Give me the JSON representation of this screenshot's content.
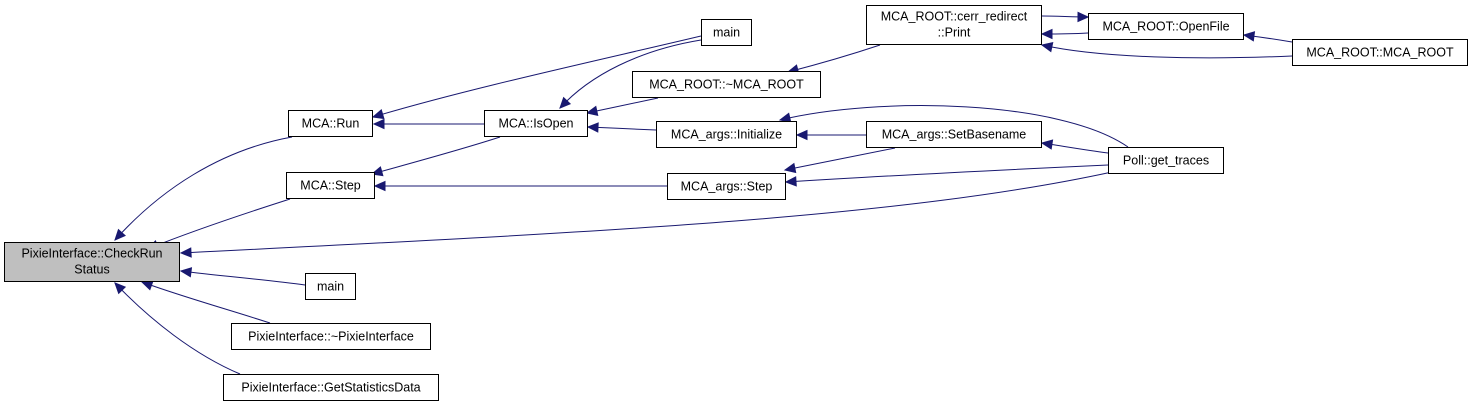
{
  "graph": {
    "nodes": {
      "check_run_status": {
        "lines": [
          "PixieInterface::CheckRun",
          "Status"
        ]
      },
      "mca_run": {
        "lines": [
          "MCA::Run"
        ]
      },
      "mca_step": {
        "lines": [
          "MCA::Step"
        ]
      },
      "main_bottom": {
        "lines": [
          "main"
        ]
      },
      "pixie_destructor": {
        "lines": [
          "PixieInterface::~PixieInterface"
        ]
      },
      "get_statistics_data": {
        "lines": [
          "PixieInterface::GetStatisticsData"
        ]
      },
      "mca_isopen": {
        "lines": [
          "MCA::IsOpen"
        ]
      },
      "main_top": {
        "lines": [
          "main"
        ]
      },
      "mca_root_destructor": {
        "lines": [
          "MCA_ROOT::~MCA_ROOT"
        ]
      },
      "mca_args_initialize": {
        "lines": [
          "MCA_args::Initialize"
        ]
      },
      "mca_args_step": {
        "lines": [
          "MCA_args::Step"
        ]
      },
      "cerr_redirect_print": {
        "lines": [
          "MCA_ROOT::cerr_redirect",
          "::Print"
        ]
      },
      "mca_args_setbasename": {
        "lines": [
          "MCA_args::SetBasename"
        ]
      },
      "mca_root_openfile": {
        "lines": [
          "MCA_ROOT::OpenFile"
        ]
      },
      "mca_root_constructor": {
        "lines": [
          "MCA_ROOT::MCA_ROOT"
        ]
      },
      "poll_get_traces": {
        "lines": [
          "Poll::get_traces"
        ]
      }
    },
    "edges": [
      {
        "from": "mca_run",
        "to": "check_run_status"
      },
      {
        "from": "mca_step",
        "to": "check_run_status"
      },
      {
        "from": "poll_get_traces",
        "to": "check_run_status"
      },
      {
        "from": "main_bottom",
        "to": "check_run_status"
      },
      {
        "from": "pixie_destructor",
        "to": "check_run_status"
      },
      {
        "from": "get_statistics_data",
        "to": "check_run_status"
      },
      {
        "from": "main_top",
        "to": "mca_run"
      },
      {
        "from": "mca_isopen",
        "to": "mca_run"
      },
      {
        "from": "mca_isopen",
        "to": "mca_step"
      },
      {
        "from": "mca_args_step",
        "to": "mca_step"
      },
      {
        "from": "main_top",
        "to": "mca_isopen"
      },
      {
        "from": "mca_root_destructor",
        "to": "mca_isopen"
      },
      {
        "from": "mca_args_initialize",
        "to": "mca_isopen"
      },
      {
        "from": "cerr_redirect_print",
        "to": "mca_root_destructor"
      },
      {
        "from": "mca_args_setbasename",
        "to": "mca_args_initialize"
      },
      {
        "from": "poll_get_traces",
        "to": "mca_args_initialize"
      },
      {
        "from": "mca_args_setbasename",
        "to": "mca_args_step"
      },
      {
        "from": "poll_get_traces",
        "to": "mca_args_step"
      },
      {
        "from": "mca_root_openfile",
        "to": "cerr_redirect_print"
      },
      {
        "from": "mca_root_constructor",
        "to": "cerr_redirect_print"
      },
      {
        "from": "cerr_redirect_print",
        "to": "mca_root_openfile"
      },
      {
        "from": "mca_root_constructor",
        "to": "mca_root_openfile"
      },
      {
        "from": "poll_get_traces",
        "to": "mca_args_setbasename"
      }
    ]
  },
  "colors": {
    "edge": "#191970",
    "root_fill": "#bfbfbf",
    "node_fill": "#ffffff",
    "node_border": "#000000"
  }
}
